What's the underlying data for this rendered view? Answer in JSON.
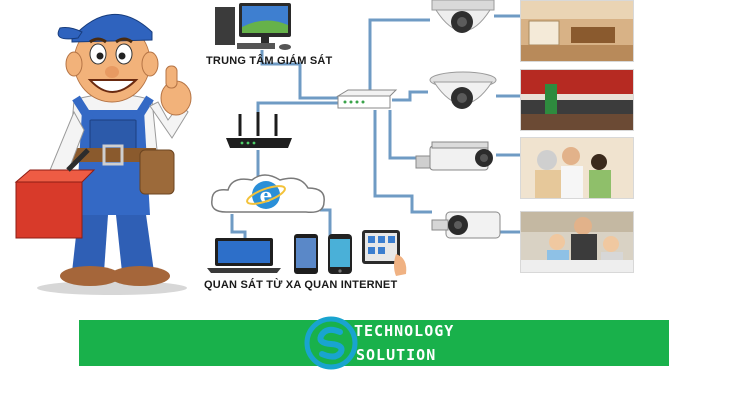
{
  "labels": {
    "monitoring_center": "TRUNG TÂM GIÁM SÁT",
    "remote_view": "QUAN SÁT TỪ XA QUAN INTERNET"
  },
  "brand": {
    "line1": "TECHNOLOGY",
    "line2": "SOLUTION",
    "banner_color": "#19b14b",
    "logo_color": "#19a4cf"
  },
  "icons": [
    "technician-mascot",
    "desktop-computer-icon",
    "network-switch-icon",
    "wifi-router-icon",
    "internet-cloud-icon",
    "laptop-icon",
    "smartphone-icon",
    "tablet-icon",
    "dome-camera-icon",
    "bullet-camera-icon"
  ],
  "colors": {
    "connection_line": "#6f9bc4"
  }
}
